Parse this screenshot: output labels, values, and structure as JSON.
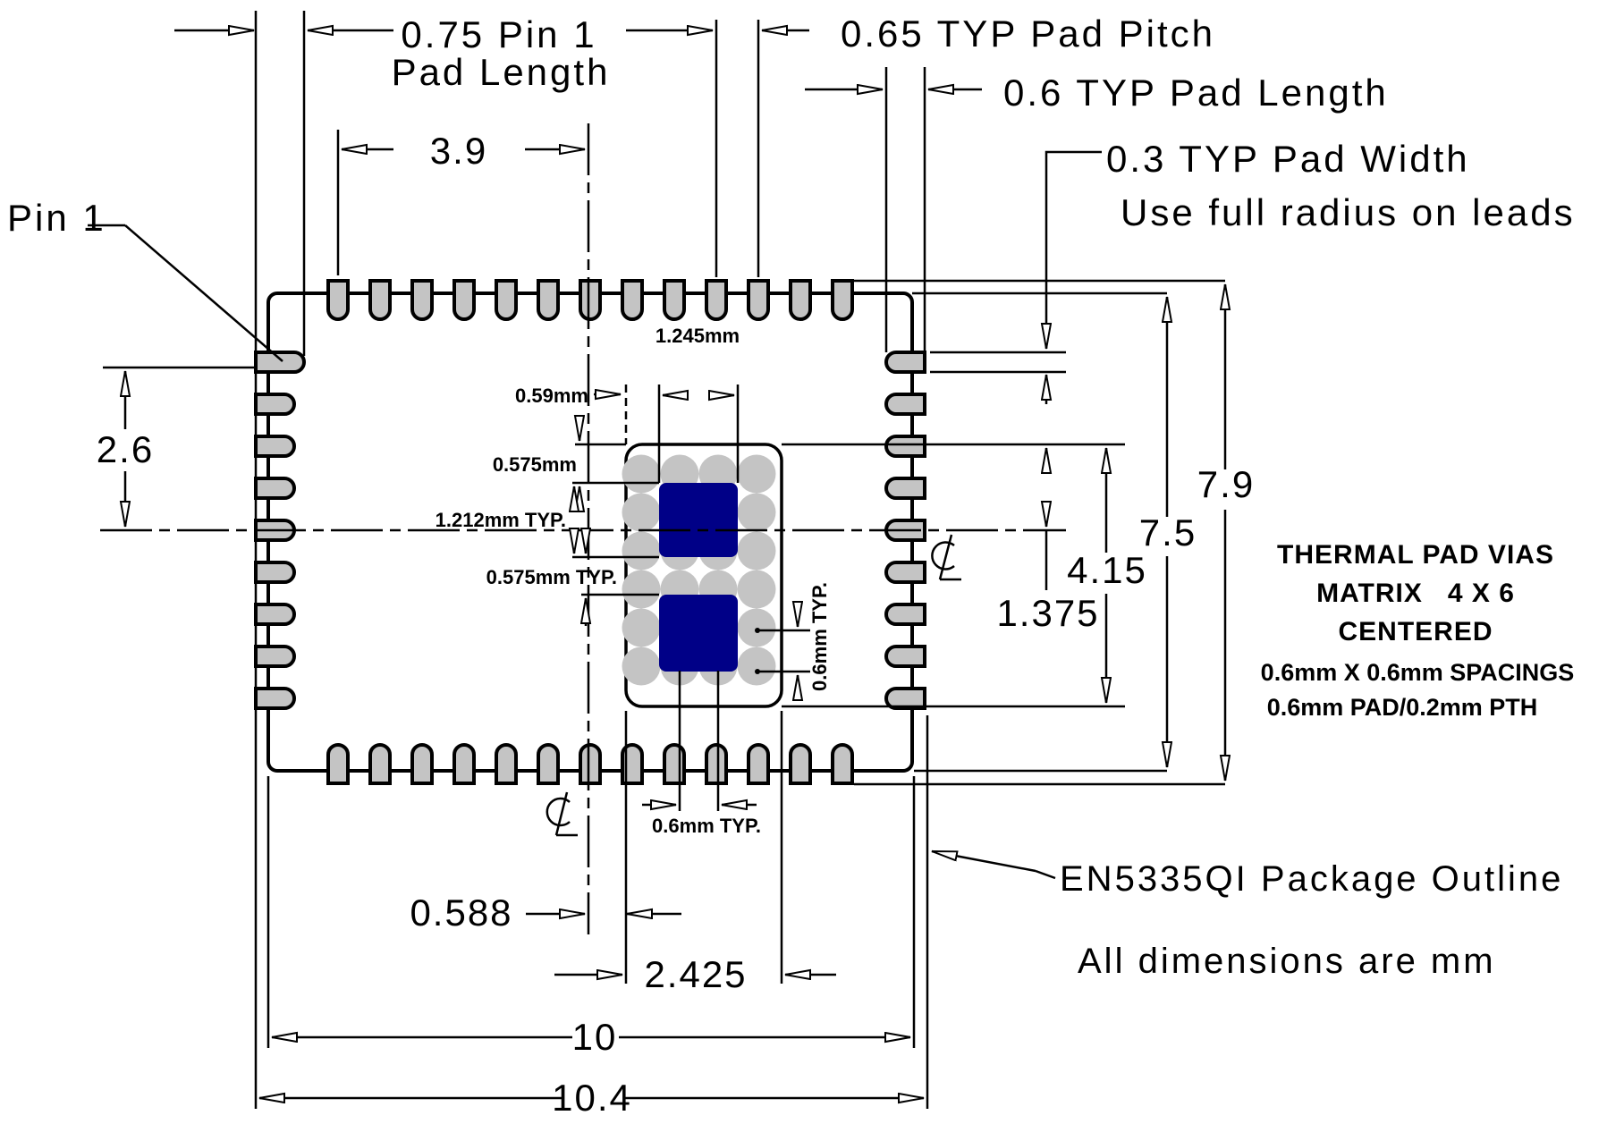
{
  "title": "EN5335QI Package Outline",
  "colors": {
    "background": "#ffffff",
    "line": "#000000",
    "pad_fill": "#c4c4c4",
    "via_fill": "#c4c4c4",
    "blue_pad": "#000087"
  },
  "labels": {
    "pin1_pad_length_1": "0.75 Pin 1",
    "pin1_pad_length_2": "Pad Length",
    "pad_pitch": "0.65 TYP Pad Pitch",
    "pad_length": "0.6 TYP Pad Length",
    "pad_width": "0.3 TYP Pad Width",
    "full_radius": "Use full radius on leads",
    "pin1": "Pin 1",
    "dim_3_9": "3.9",
    "dim_2_6": "2.6",
    "dim_0_59": "0.59mm",
    "dim_1_245": "1.245mm",
    "dim_0_575": "0.575mm",
    "dim_1_212": "1.212mm TYP.",
    "dim_0_575_typ": "0.575mm TYP.",
    "dim_0_6_right": "0.6mm TYP.",
    "dim_1_375": "1.375",
    "dim_4_15": "4.15",
    "dim_7_5": "7.5",
    "dim_7_9": "7.9",
    "note_line1": "THERMAL PAD VIAS",
    "note_line2": "MATRIX   4 X 6",
    "note_line3": "CENTERED",
    "note_line4": "0.6mm X 0.6mm SPACINGS",
    "note_line5": "0.6mm PAD/0.2mm PTH",
    "outline_label": "EN5335QI Package Outline",
    "units_note": "All dimensions are mm",
    "dim_0_6_bottom": "0.6mm TYP.",
    "dim_0_588": "0.588",
    "dim_2_425": "2.425",
    "dim_10": "10",
    "dim_10_4": "10.4"
  },
  "package": {
    "pad_count_top": 13,
    "pad_count_bottom": 13,
    "pad_count_left": 9,
    "pad_count_right": 9,
    "pin1_is_longer": true
  },
  "thermal_vias": {
    "cols": 4,
    "rows": 6,
    "blue_cutouts": 2
  },
  "dimensions_mm": {
    "pad_pitch": 0.65,
    "pad_length": 0.6,
    "pad_width": 0.3,
    "pin1_pad_length": 0.75,
    "pin1_to_centerline": 2.6,
    "first_pad_to_centerline": 3.9,
    "body_width": 10,
    "overall_pad_span_width": 10.4,
    "body_height": 7.5,
    "overall_pad_span_height": 7.9,
    "thermal_pad_height": 4.15,
    "centerline_to_thermal_top": 1.375,
    "thermal_pad_width": 2.425,
    "centerline_to_thermal_left": 0.588,
    "centerline_to_thermal_left_alt": 0.59,
    "cutout_width": 1.245,
    "cutout_height_typ": 1.212,
    "thermal_top_to_cutout": 0.575,
    "cutout_to_cutout": 0.575,
    "via_spacing": 0.6,
    "via_pad": 0.6,
    "via_drill": 0.2
  }
}
